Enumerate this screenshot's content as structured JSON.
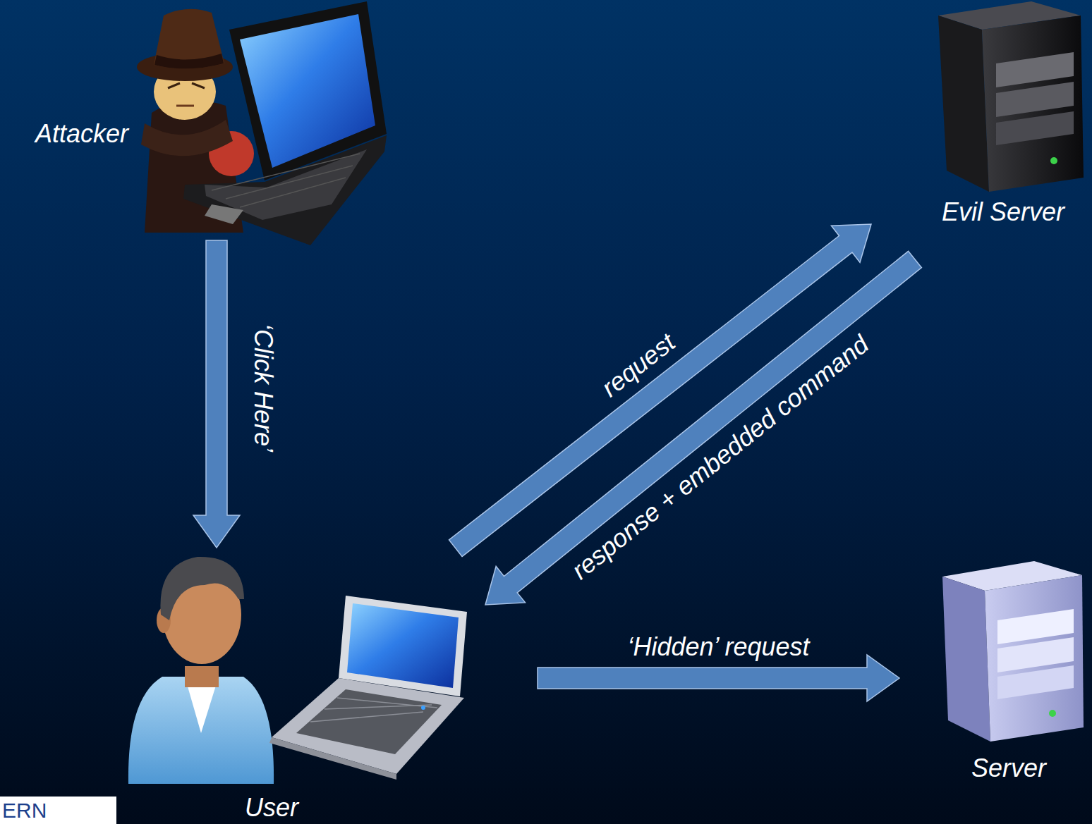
{
  "diagram": {
    "nodes": [
      {
        "text": [
          "Attacker"
        ]
      },
      {
        "text": [
          "Evil Server"
        ]
      },
      {
        "text": [
          "User"
        ]
      },
      {
        "text": [
          "Server"
        ]
      }
    ],
    "edges": [
      {
        "from": 0,
        "to": 2,
        "arrow": "to",
        "label": "‘Click Here’"
      },
      {
        "from": 2,
        "to": 1,
        "arrow": "to",
        "label": "request"
      },
      {
        "from": 1,
        "to": 2,
        "arrow": "to",
        "label": "response + embedded command"
      },
      {
        "from": 2,
        "to": 3,
        "arrow": "to",
        "label": "‘Hidden’ request"
      }
    ],
    "labels": [
      "ERN"
    ]
  }
}
